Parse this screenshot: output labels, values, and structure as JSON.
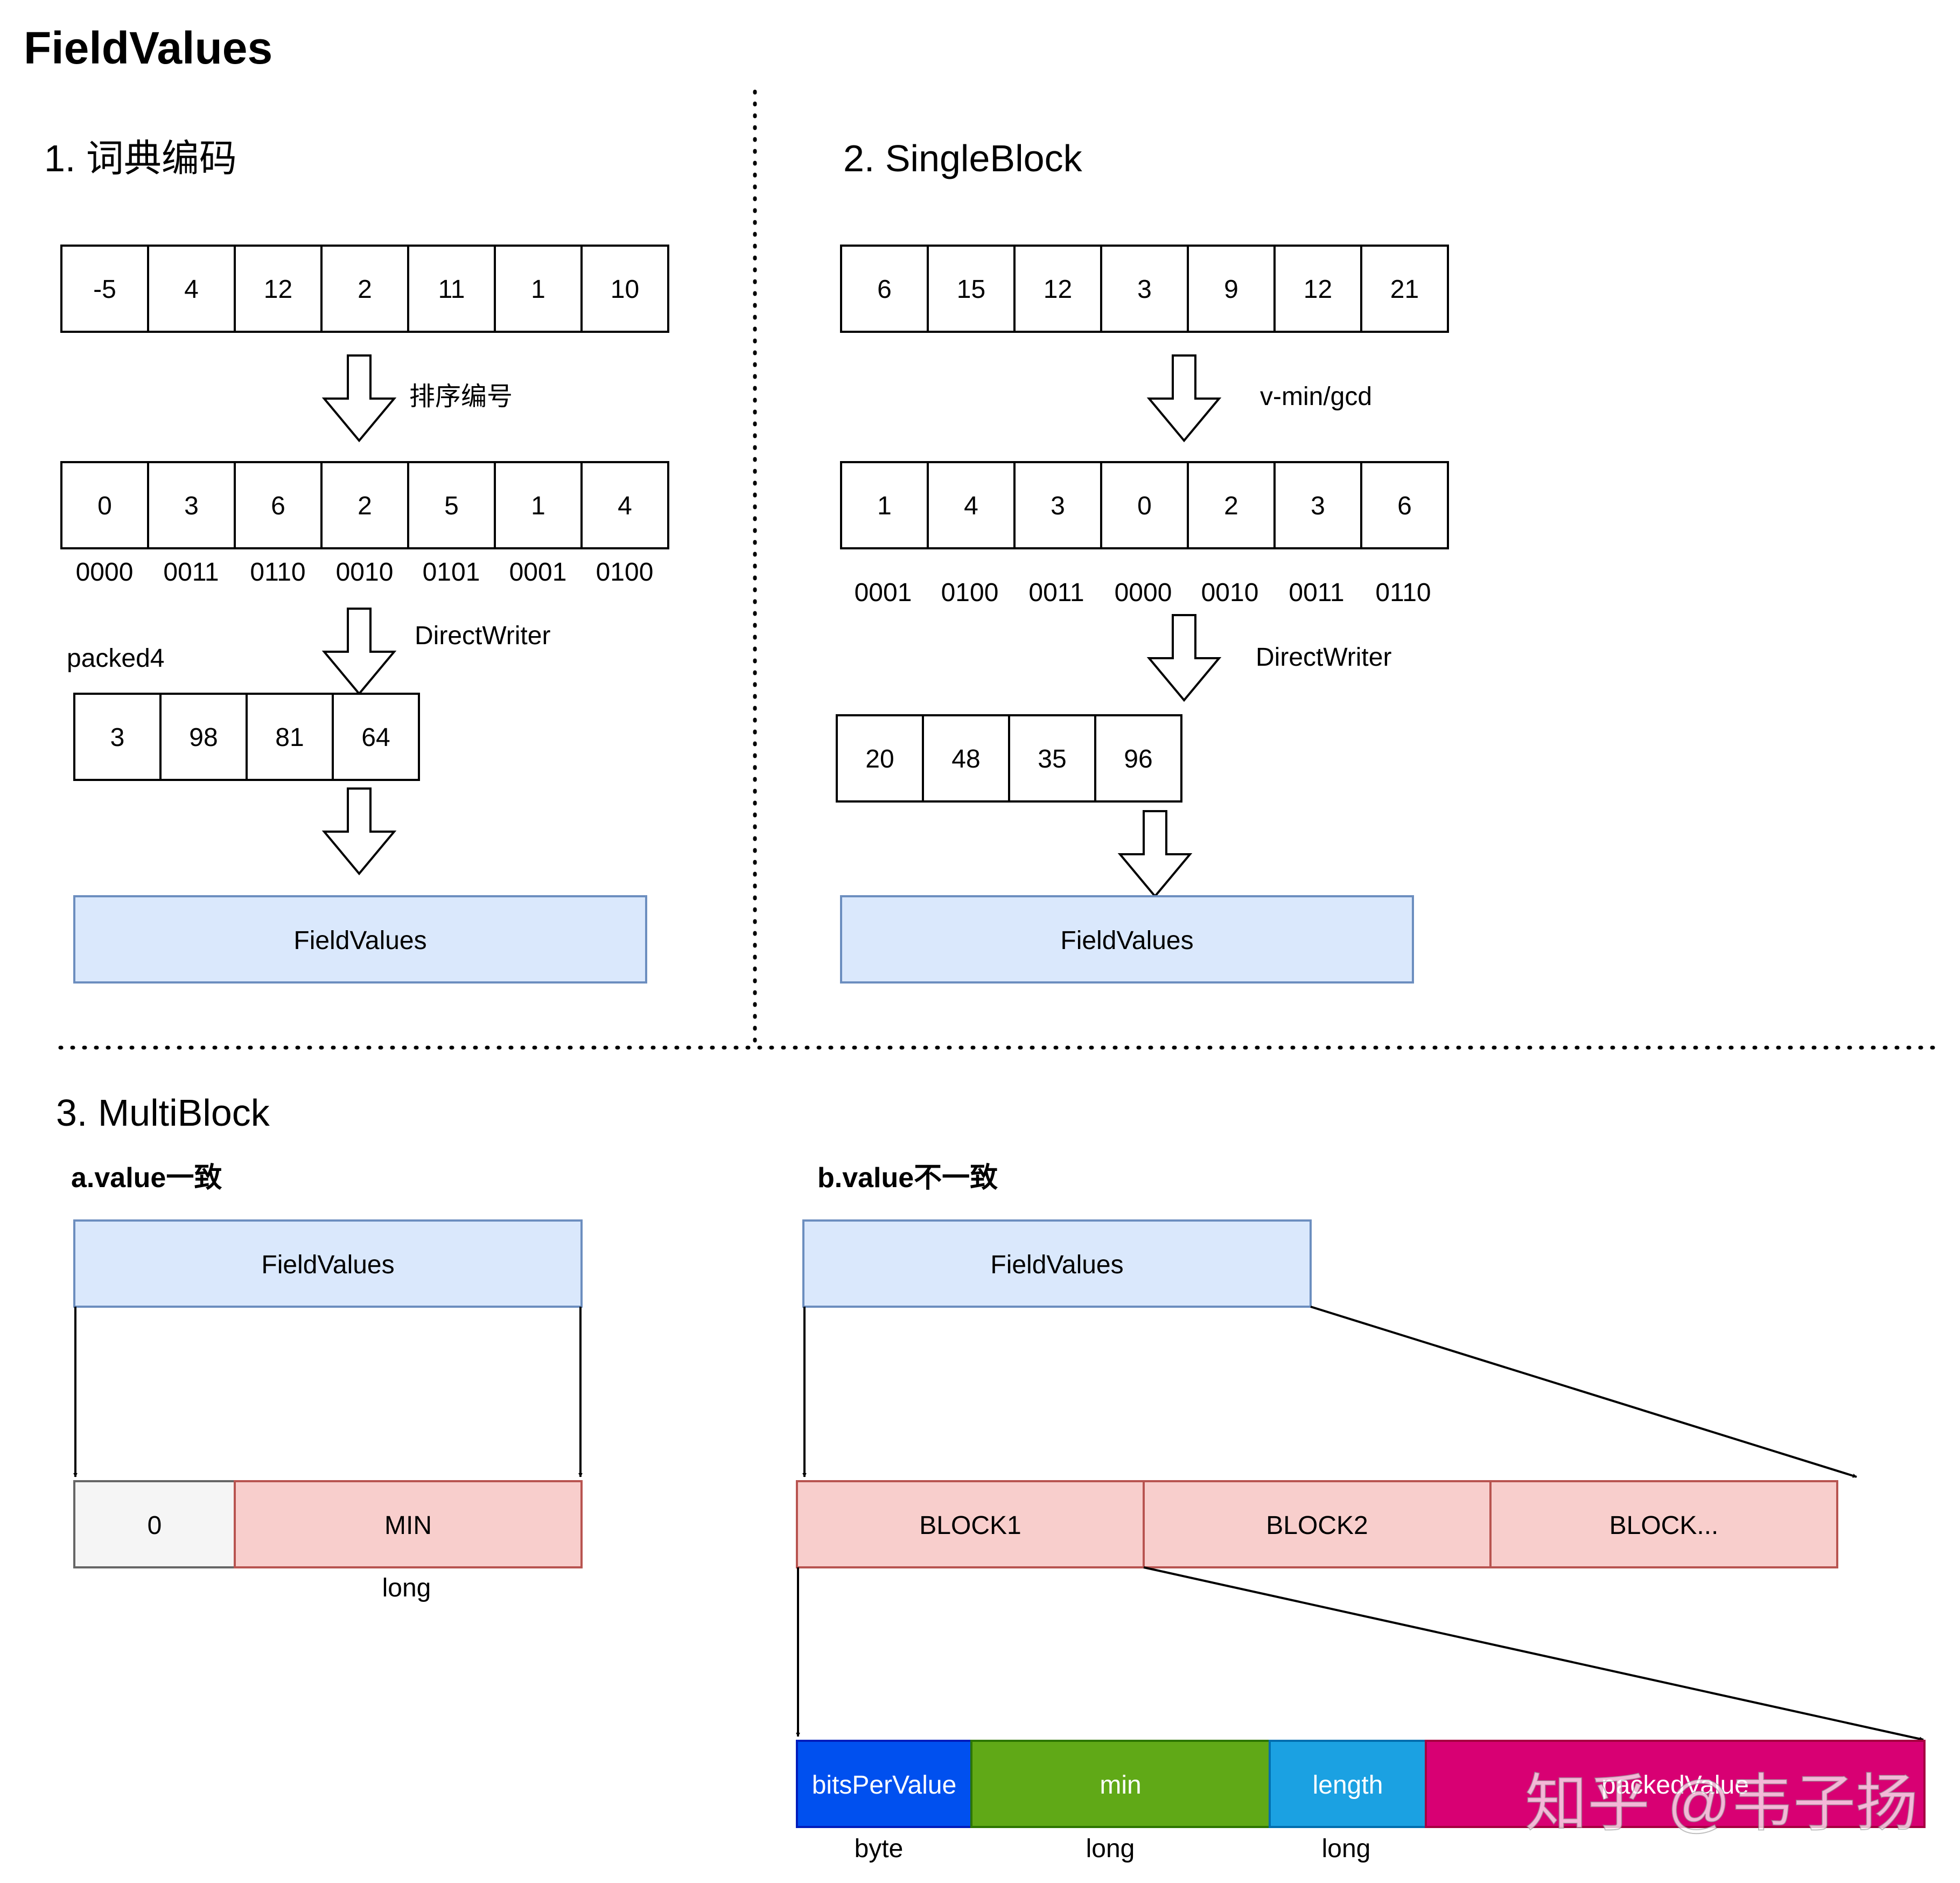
{
  "title": "FieldValues",
  "sections": {
    "s1": {
      "heading": "1. 词典编码",
      "input_values": [
        "-5",
        "4",
        "12",
        "2",
        "11",
        "1",
        "10"
      ],
      "step1_label": "排序编号",
      "ordinal_values": [
        "0",
        "3",
        "6",
        "2",
        "5",
        "1",
        "4"
      ],
      "binary_values": [
        "0000",
        "0011",
        "0110",
        "0010",
        "0101",
        "0001",
        "0100"
      ],
      "step2_label": "DirectWriter",
      "packed_label": "packed4",
      "packed_values": [
        "3",
        "98",
        "81",
        "64"
      ],
      "output_label": "FieldValues"
    },
    "s2": {
      "heading": "2. SingleBlock",
      "input_values": [
        "6",
        "15",
        "12",
        "3",
        "9",
        "12",
        "21"
      ],
      "step1_label": "v-min/gcd",
      "normalized_values": [
        "1",
        "4",
        "3",
        "0",
        "2",
        "3",
        "6"
      ],
      "binary_values": [
        "0001",
        "0100",
        "0011",
        "0000",
        "0010",
        "0011",
        "0110"
      ],
      "step2_label": "DirectWriter",
      "packed_values": [
        "20",
        "48",
        "35",
        "96"
      ],
      "output_label": "FieldValues"
    },
    "s3": {
      "heading": "3. MultiBlock",
      "a": {
        "heading": "a.value一致",
        "source_label": "FieldValues",
        "cells": [
          "0",
          "MIN"
        ],
        "type_label": "long"
      },
      "b": {
        "heading": "b.value不一致",
        "source_label": "FieldValues",
        "blocks": [
          "BLOCK1",
          "BLOCK2",
          "BLOCK..."
        ],
        "fields": [
          "bitsPerValue",
          "min",
          "length",
          "packedValue"
        ],
        "field_types": [
          "byte",
          "long",
          "long"
        ]
      }
    }
  },
  "watermark": "知乎 @韦子扬",
  "colors": {
    "blue_fill": "#dae8fc",
    "blue_stroke": "#6c8ebf",
    "red_fill": "#f8cecc",
    "red_stroke": "#b85450",
    "gray_fill": "#f5f5f5",
    "gray_stroke": "#666666",
    "bits_fill": "#0050ef",
    "min_fill": "#60a917",
    "length_fill": "#1ba1e2",
    "packed_fill": "#d80073"
  }
}
